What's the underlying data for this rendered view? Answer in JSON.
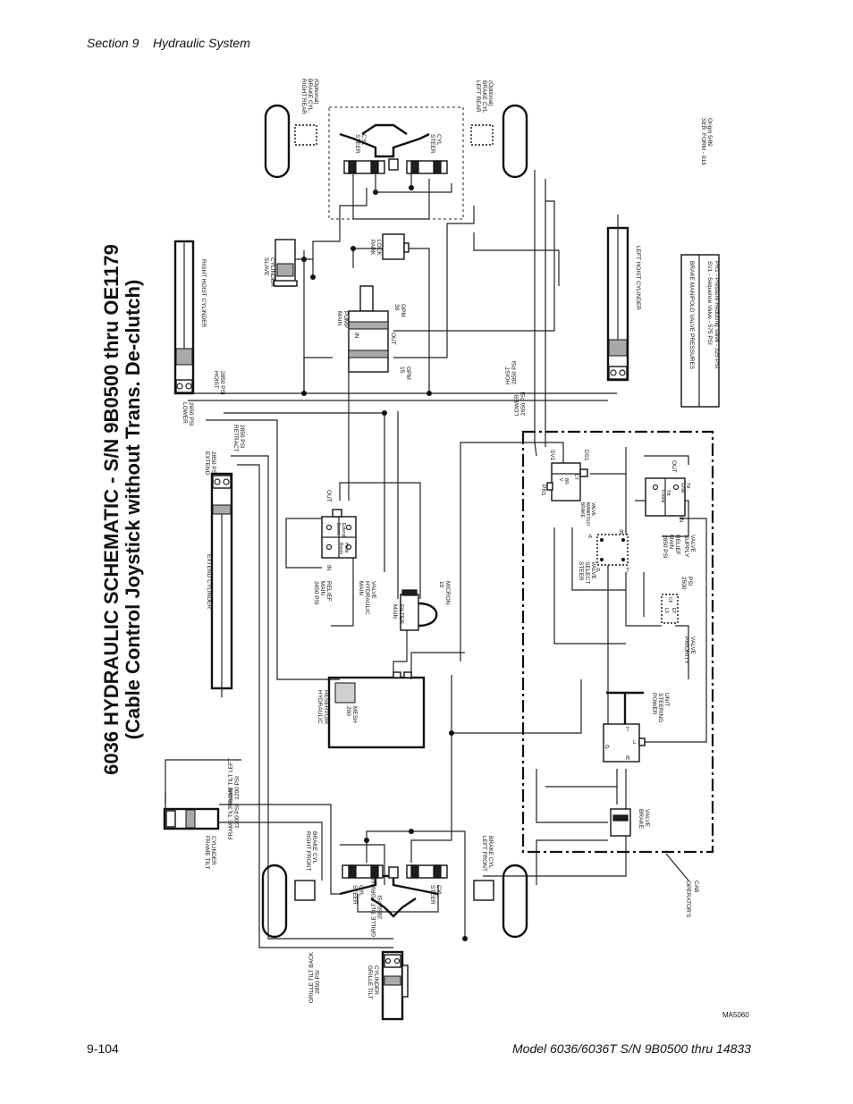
{
  "header": {
    "section": "Section 9",
    "subject": "Hydraulic System"
  },
  "title": {
    "line1": "6036 HYDRAULIC SCHEMATIC - S/N 9B0500 thru OE1179",
    "line2": "(Cable Control Joystick without Trans. De-clutch)"
  },
  "labels": {
    "right_rear_brake": [
      "RIGHT REAR",
      "BRAKE CYL.",
      "(Optional)"
    ],
    "left_rear_brake": [
      "LEFT REAR",
      "BRAKE CYL",
      "(Optional)"
    ],
    "steer_cyl_rear_left": [
      "STEER",
      "CYL"
    ],
    "steer_cyl_rear_right": [
      "STEER",
      "CYL"
    ],
    "ser_form": [
      "SER. FORM - 016",
      "Origin 5/89"
    ],
    "slave_cylinder": [
      "SLAVE",
      "CYLINDER"
    ],
    "park_lock": [
      "PARK",
      "LOCK"
    ],
    "right_hoist_cylinder": "RIGHT HOIST CYLINDER",
    "main_pump": [
      "MAIN",
      "PUMP"
    ],
    "pump_in": "IN",
    "pump_out": "OUT",
    "gpm_30": [
      "30",
      "GPM"
    ],
    "gpm_15": [
      "15",
      "GPM"
    ],
    "left_hoist_cylinder": "LEFT HOIST CYLINDER",
    "hoist_right": [
      "HOIST",
      "2850 PSI"
    ],
    "lower_right": [
      "LOWER",
      "2650 PSI"
    ],
    "hoist_left": [
      "HOIST",
      "2850 PSI"
    ],
    "lower_left": [
      "LOWER",
      "2650 PSI"
    ],
    "brake_manifold_title": "BRAKE MANIFOLD VALVE PRESSURES",
    "brake_manifold_sv1": "SV1 - Sequence Valve - 575 PSI",
    "brake_manifold_pr1": "PR1 - Pressure Reducing Valve - 325 PSI",
    "extend": [
      "EXTEND",
      "2850 PSI"
    ],
    "retract": [
      "RETRACT",
      "2850 PSI"
    ],
    "sv1": "SV1",
    "ds1": "DS1",
    "pr1": "PR1",
    "brake_manifold_valve": [
      "BRAKE",
      "MANIFOLD",
      "VALVE"
    ],
    "extend_cylinder": "EXTEND CYLINDER",
    "valve_out": "OUT",
    "valve_in": "IN",
    "boom_extend": [
      "Boom",
      "Extend"
    ],
    "boom_hoist": [
      "Boom",
      "Hoist"
    ],
    "main_relief_2650": [
      "2650 PSI",
      "MAIN",
      "RELIEF"
    ],
    "main_hydraulic_valve": [
      "MAIN",
      "HYDRAULIC",
      "VALVE"
    ],
    "steer_select_valve": [
      "STEER",
      "SELECT",
      "VALVE"
    ],
    "main_relief_2850": [
      "2850 PSI",
      "MAIN",
      "RELIEF"
    ],
    "supply_valve": [
      "SUPPLY",
      "VALVE"
    ],
    "frame_tilt": [
      "Frame",
      "Tilt"
    ],
    "grille_tilt": [
      "Grille",
      "Tilt"
    ],
    "supply_out": "OUT",
    "supply_in": "IN",
    "micron": [
      "10",
      "MICRON"
    ],
    "main_filter": [
      "MAIN",
      "FILTER"
    ],
    "priority_2500": [
      "2500",
      "PSI"
    ],
    "priority_valve": [
      "PRIORITY",
      "VALVE"
    ],
    "hydraulic_reservoir": [
      "HYDRAULIC",
      "RESERVOIR"
    ],
    "mesh": [
      "200",
      "MESH"
    ],
    "power_steering": [
      "POWER",
      "STEERING",
      "UNIT"
    ],
    "frame_tilt_left": [
      "FRAME TILT LEFT",
      "1200 PSI"
    ],
    "frame_tilt_right": [
      "FRAME TILT RIGHT",
      "1200 PSI"
    ],
    "frame_tilt_cylinder": [
      "FRAME TILT",
      "CYLINDER"
    ],
    "right_front_brake": [
      "RIGHT FRONT",
      "BRAKE CYL"
    ],
    "left_front_brake": [
      "LEFT FRONT",
      "BRAKE CYL"
    ],
    "steer_cyl_front_left": [
      "STEER",
      "CYL."
    ],
    "steer_cyl_front_right": [
      "STEER",
      "CYL."
    ],
    "brake_valve": [
      "BRAKE",
      "VALVE"
    ],
    "operators_cab": [
      "OPERATOR'S",
      "CAB"
    ],
    "grille_tilt_forward": [
      "GRILLE TILT FORWARD",
      "2850 PSI"
    ],
    "grille_tilt_back": [
      "GRILLE TILT BACK",
      "2850 PSI"
    ],
    "grille_tilt_cylinder": [
      "GRILLE TILT",
      "CYLINDER"
    ],
    "port_a": "A",
    "port_b": "B",
    "port_p": "P",
    "port_t": "T",
    "port_r": "R",
    "port_l": "L",
    "port_cf": "CF",
    "port_ef": "EF",
    "port_ls": "LS",
    "port_cy": "CY",
    "port_br": "BR",
    "port_v": "V",
    "figure_id": "MA5060"
  },
  "footer": {
    "page": "9-104",
    "model": "Model 6036/6036T S/N 9B0500 thru 14833"
  }
}
